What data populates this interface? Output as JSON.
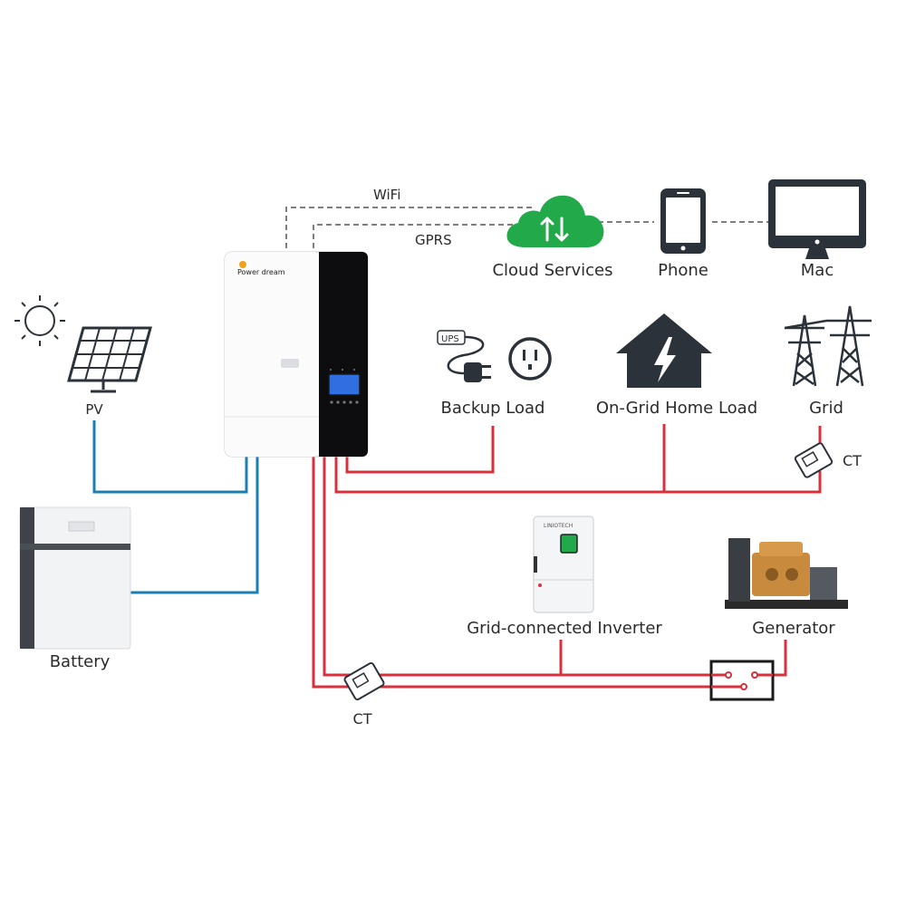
{
  "inverter": {
    "brand": "Power dream"
  },
  "comm": {
    "wifi": "WiFi",
    "gprs": "GPRS"
  },
  "nodes": {
    "cloud": "Cloud Services",
    "phone": "Phone",
    "mac": "Mac",
    "pv": "PV",
    "battery": "Battery",
    "backup_load": "Backup Load",
    "ups_tag": "UPS",
    "home_load": "On-Grid Home Load",
    "grid": "Grid",
    "ct_grid": "CT",
    "grid_inverter": "Grid-connected Inverter",
    "grid_inverter_brand": "LINIOTECH",
    "generator": "Generator",
    "ct_bottom": "CT"
  },
  "colors": {
    "dc_line": "#1a7fb3",
    "ac_line": "#d8313c",
    "comm_line": "#555555",
    "cloud": "#22a94a",
    "icon_dark": "#2c323a",
    "screen": "#2f6fe0"
  }
}
